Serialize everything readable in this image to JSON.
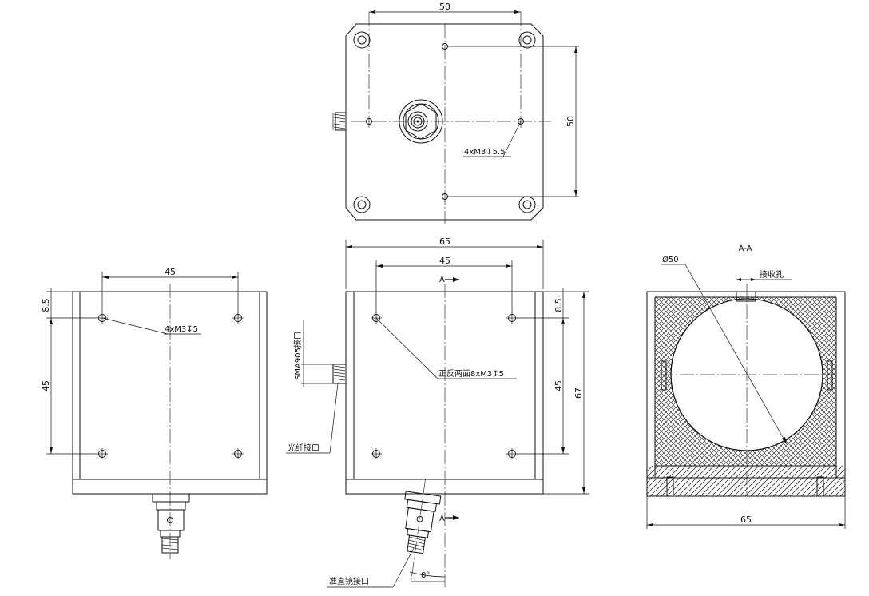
{
  "top_view": {
    "width_dim": "50",
    "height_dim": "50",
    "hole_callout": "4xM3↧5.5"
  },
  "left_view": {
    "width_dim": "45",
    "offset_dim": "8.5",
    "height_dim": "45",
    "hole_callout": "4xM3↧5"
  },
  "front_view": {
    "overall_width_dim": "65",
    "hole_spacing_dim": "45",
    "offset_dim": "8.5",
    "hole_height_dim": "45",
    "overall_height_dim": "67",
    "hole_callout": "正反两面8xM3↧5",
    "section_mark": "A",
    "sma_label": "SMA905接口",
    "fiber_label": "光纤接口",
    "collimator_label": "准直镜接口",
    "angle_dim": "8°"
  },
  "section_view": {
    "title": "A-A",
    "diameter_dim": "Ø50",
    "receiver_label": "接收孔",
    "width_dim": "65"
  }
}
